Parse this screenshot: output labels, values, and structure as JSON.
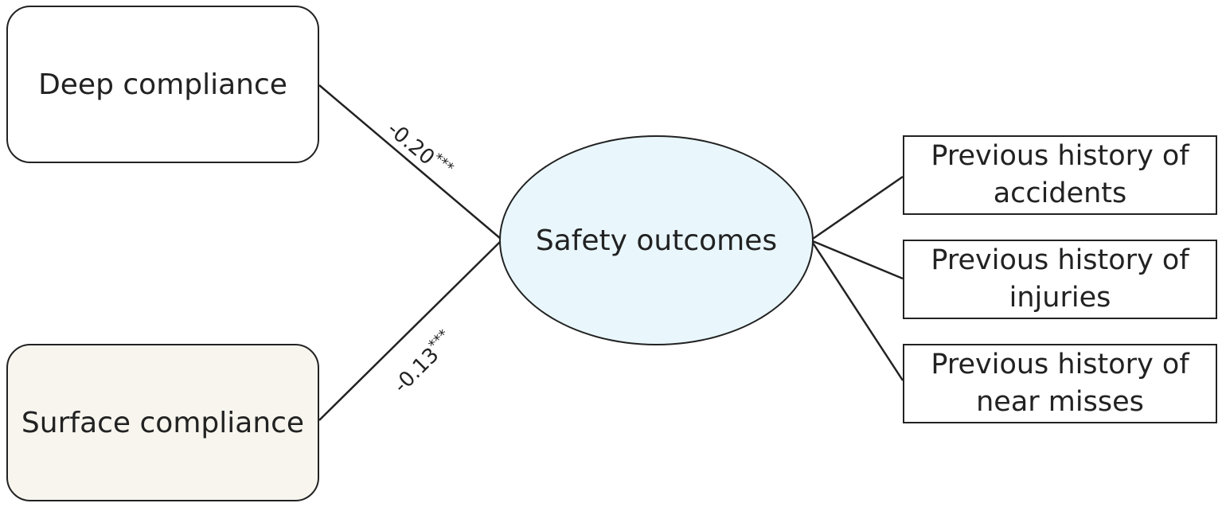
{
  "nodes": {
    "deep_compliance": {
      "label": "Deep compliance",
      "fill": "#ffffff"
    },
    "surface_compliance": {
      "label": "Surface compliance",
      "fill": "#f7f5ee"
    },
    "safety_outcomes": {
      "label": "Safety outcomes",
      "fill": "#e9f7fd"
    },
    "indicators": [
      {
        "label": "Previous history of accidents"
      },
      {
        "label": "Previous history of injuries"
      },
      {
        "label": "Previous history of near misses"
      }
    ]
  },
  "paths": [
    {
      "from": "Deep compliance",
      "to": "Safety outcomes",
      "coefficient": "-0.20",
      "significance": "***"
    },
    {
      "from": "Surface compliance",
      "to": "Safety outcomes",
      "coefficient": "-0.13",
      "significance": "***"
    }
  ]
}
